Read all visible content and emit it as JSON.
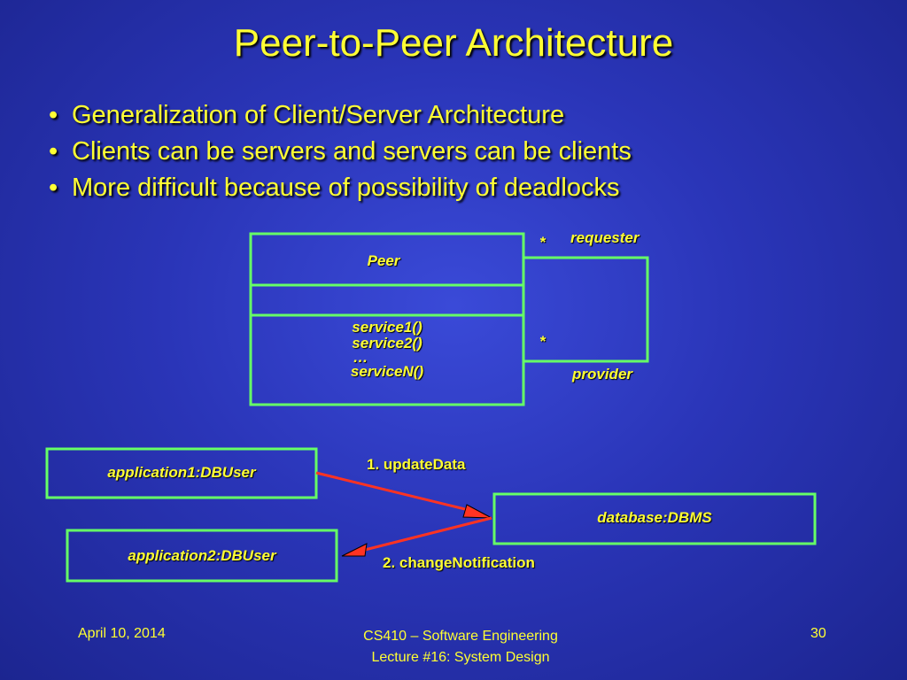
{
  "slide": {
    "title": "Peer-to-Peer Architecture",
    "bullets": [
      "Generalization of Client/Server Architecture",
      "Clients can be servers and servers can be clients",
      "More difficult because of possibility of deadlocks"
    ]
  },
  "class_diagram": {
    "class_name": "Peer",
    "methods": [
      "service1()",
      "service2()",
      "…",
      "serviceN()"
    ],
    "multiplicity_top": "*",
    "multiplicity_bottom": "*",
    "role_requester": "requester",
    "role_provider": "provider"
  },
  "collab_diagram": {
    "object1": "application1:DBUser",
    "object2": "application2:DBUser",
    "object3": "database:DBMS",
    "message1": "1. updateData",
    "message2": "2. changeNotification"
  },
  "footer": {
    "date": "April 10, 2014",
    "course_line1": "CS410 – Software Engineering",
    "course_line2": "Lecture #16: System Design",
    "page_number": "30"
  },
  "colors": {
    "background": "#2a35b8",
    "text": "#ffff33",
    "box_border": "#66ff66",
    "arrow": "#ff3322"
  }
}
